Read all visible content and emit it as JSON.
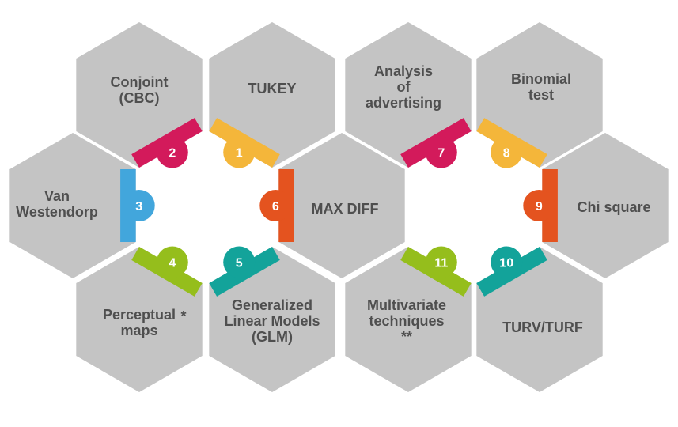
{
  "colors": {
    "hex_fill": "#c4c4c4",
    "label_text": "#4f4f4f",
    "magenta": "#d31a5b",
    "yellow": "#f4b63a",
    "blue": "#42a6dc",
    "orange": "#e4531f",
    "green": "#95be1c",
    "teal": "#13a39a"
  },
  "nodes": [
    {
      "id": "conjoint",
      "lines": [
        "Conjoint",
        "(CBC)"
      ],
      "number": "2",
      "color": "magenta",
      "tab": "bottom-right"
    },
    {
      "id": "tukey",
      "lines": [
        "TUKEY"
      ],
      "number": "1",
      "color": "yellow",
      "tab": "bottom-left"
    },
    {
      "id": "analysis-of-advertising",
      "lines": [
        "Analysis",
        "of",
        "advertising"
      ],
      "number": "7",
      "color": "magenta",
      "tab": "bottom-right"
    },
    {
      "id": "binomial-test",
      "lines": [
        "Binomial",
        "test"
      ],
      "number": "8",
      "color": "yellow",
      "tab": "bottom-left"
    },
    {
      "id": "van-westendorp",
      "lines": [
        "Van",
        "Westendorp"
      ],
      "number": "3",
      "color": "blue",
      "tab": "right"
    },
    {
      "id": "max-diff",
      "lines": [
        "MAX DIFF"
      ],
      "number": "6",
      "color": "orange",
      "tab": "left"
    },
    {
      "id": "chi-square",
      "lines": [
        "Chi square"
      ],
      "number": "9",
      "color": "orange",
      "tab": "left"
    },
    {
      "id": "perceptual-maps",
      "lines": [
        "Perceptual",
        "maps"
      ],
      "note": "*",
      "number": "4",
      "color": "green",
      "tab": "top-right"
    },
    {
      "id": "glm",
      "lines": [
        "Generalized",
        "Linear Models",
        "(GLM)"
      ],
      "number": "5",
      "color": "teal",
      "tab": "top-left"
    },
    {
      "id": "multivariate-techniques",
      "lines": [
        "Multivariate",
        "techniques",
        "**"
      ],
      "number": "11",
      "color": "green",
      "tab": "top-right"
    },
    {
      "id": "turv-turf",
      "lines": [
        "TURV/TURF"
      ],
      "number": "10",
      "color": "teal",
      "tab": "top-left"
    }
  ]
}
